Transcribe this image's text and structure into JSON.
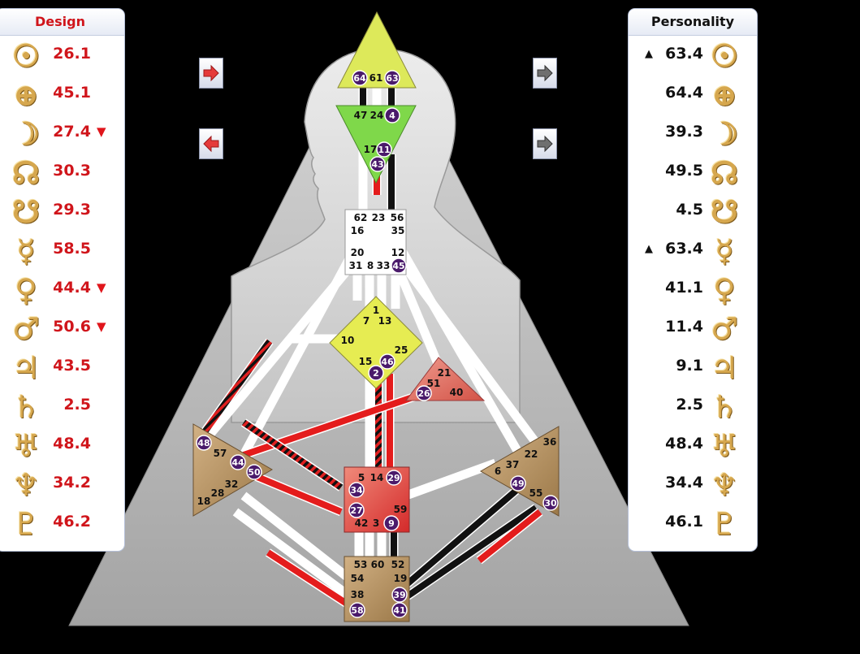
{
  "design": {
    "title": "Design",
    "rows": [
      {
        "planet": "sun-icon",
        "glyph": "☉",
        "value": "26.1",
        "arrow": ""
      },
      {
        "planet": "earth-icon",
        "glyph": "⊕",
        "value": "45.1",
        "arrow": ""
      },
      {
        "planet": "moon-icon",
        "glyph": "☽",
        "value": "27.4",
        "arrow": "▼"
      },
      {
        "planet": "north-node-icon",
        "glyph": "☊",
        "value": "30.3",
        "arrow": ""
      },
      {
        "planet": "south-node-icon",
        "glyph": "☋",
        "value": "29.3",
        "arrow": ""
      },
      {
        "planet": "mercury-icon",
        "glyph": "☿",
        "value": "58.5",
        "arrow": ""
      },
      {
        "planet": "venus-icon",
        "glyph": "♀",
        "value": "44.4",
        "arrow": "▼"
      },
      {
        "planet": "mars-icon",
        "glyph": "♂",
        "value": "50.6",
        "arrow": "▼"
      },
      {
        "planet": "jupiter-icon",
        "glyph": "♃",
        "value": "43.5",
        "arrow": ""
      },
      {
        "planet": "saturn-icon",
        "glyph": "♄",
        "value": "2.5",
        "arrow": ""
      },
      {
        "planet": "uranus-icon",
        "glyph": "♅",
        "value": "48.4",
        "arrow": ""
      },
      {
        "planet": "neptune-icon",
        "glyph": "♆",
        "value": "34.2",
        "arrow": ""
      },
      {
        "planet": "pluto-icon",
        "glyph": "♇",
        "value": "46.2",
        "arrow": ""
      }
    ]
  },
  "personality": {
    "title": "Personality",
    "rows": [
      {
        "planet": "sun-icon",
        "glyph": "☉",
        "value": "63.4",
        "arrow": "▲"
      },
      {
        "planet": "earth-icon",
        "glyph": "⊕",
        "value": "64.4",
        "arrow": ""
      },
      {
        "planet": "moon-icon",
        "glyph": "☽",
        "value": "39.3",
        "arrow": ""
      },
      {
        "planet": "north-node-icon",
        "glyph": "☊",
        "value": "49.5",
        "arrow": ""
      },
      {
        "planet": "south-node-icon",
        "glyph": "☋",
        "value": "4.5",
        "arrow": ""
      },
      {
        "planet": "mercury-icon",
        "glyph": "☿",
        "value": "63.4",
        "arrow": "▲"
      },
      {
        "planet": "venus-icon",
        "glyph": "♀",
        "value": "41.1",
        "arrow": ""
      },
      {
        "planet": "mars-icon",
        "glyph": "♂",
        "value": "11.4",
        "arrow": ""
      },
      {
        "planet": "jupiter-icon",
        "glyph": "♃",
        "value": "9.1",
        "arrow": ""
      },
      {
        "planet": "saturn-icon",
        "glyph": "♄",
        "value": "2.5",
        "arrow": ""
      },
      {
        "planet": "uranus-icon",
        "glyph": "♅",
        "value": "48.4",
        "arrow": ""
      },
      {
        "planet": "neptune-icon",
        "glyph": "♆",
        "value": "34.4",
        "arrow": ""
      },
      {
        "planet": "pluto-icon",
        "glyph": "♇",
        "value": "46.1",
        "arrow": ""
      }
    ]
  },
  "nav_buttons": [
    {
      "name": "design-forward-button",
      "icon": "arrow-right-icon",
      "color": "#e53a3a"
    },
    {
      "name": "design-back-button",
      "icon": "arrow-left-icon",
      "color": "#e53a3a"
    },
    {
      "name": "personality-forward-button",
      "icon": "arrow-right-icon",
      "color": "#6f6f6f"
    },
    {
      "name": "personality-forward-button-2",
      "icon": "arrow-right-icon",
      "color": "#6f6f6f"
    }
  ],
  "colors": {
    "design_red": "#d0151b",
    "personality_black": "#111111",
    "activated_gate": "#4a1a6b",
    "head_center": "#dce85a",
    "ajna_center": "#7cd64a",
    "g_center": "#e4ea50",
    "ego_center": "#e07566",
    "sacral_center": "#e25050",
    "motor_center": "#b8955e",
    "root_center": "#b8955e",
    "throat_center": "#ffffff"
  },
  "centers": {
    "head": {
      "plain_gates": [
        "61"
      ],
      "active_gates": [
        "64",
        "63"
      ]
    },
    "ajna": {
      "plain_gates": [
        "47",
        "24",
        "17"
      ],
      "active_gates": [
        "4",
        "11",
        "43"
      ]
    },
    "throat": {
      "plain_gates": [
        "62",
        "23",
        "56",
        "16",
        "35",
        "20",
        "12",
        "31",
        "8",
        "33"
      ],
      "active_gates": [
        "45"
      ]
    },
    "g": {
      "plain_gates": [
        "1",
        "7",
        "13",
        "10",
        "25",
        "15"
      ],
      "active_gates": [
        "46",
        "2"
      ]
    },
    "ego": {
      "plain_gates": [
        "21",
        "51",
        "40"
      ],
      "active_gates": [
        "26"
      ]
    },
    "spleen": {
      "plain_gates": [
        "57",
        "32",
        "28",
        "18"
      ],
      "active_gates": [
        "48",
        "44",
        "50"
      ]
    },
    "sacral": {
      "plain_gates": [
        "5",
        "14",
        "59",
        "42",
        "3"
      ],
      "active_gates": [
        "29",
        "34",
        "27",
        "9"
      ]
    },
    "solar_plexus": {
      "plain_gates": [
        "36",
        "22",
        "6",
        "37",
        "55"
      ],
      "active_gates": [
        "49",
        "30"
      ]
    },
    "root": {
      "plain_gates": [
        "53",
        "60",
        "52",
        "54",
        "19",
        "38"
      ],
      "active_gates": [
        "39",
        "58",
        "41"
      ]
    }
  }
}
